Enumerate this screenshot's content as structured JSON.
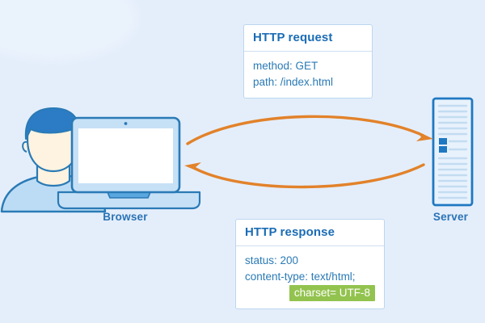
{
  "diagram": {
    "title": "HTTP request and response between browser and server",
    "background_color": "#e4eefb",
    "accent_blue": "#2a73b5",
    "arrow_orange": "#e2822a",
    "highlight_green": "#93c34f"
  },
  "nodes": {
    "browser": {
      "label": "Browser",
      "icon_name": "laptop-with-user-icon"
    },
    "server": {
      "label": "Server",
      "icon_name": "server-rack-icon"
    }
  },
  "arrows": [
    {
      "name": "request-arrow",
      "direction": "browser-to-server",
      "color": "#e2822a"
    },
    {
      "name": "response-arrow",
      "direction": "server-to-browser",
      "color": "#e2822a"
    }
  ],
  "request_box": {
    "header": "HTTP request",
    "lines": [
      {
        "text": "method: GET",
        "highlighted": false
      },
      {
        "text": "path: /index.html",
        "highlighted": false
      }
    ]
  },
  "response_box": {
    "header": "HTTP response",
    "lines": [
      {
        "text": "status: 200",
        "highlighted": false
      },
      {
        "text": "content-type: text/html;",
        "highlighted": false
      },
      {
        "text": "charset= UTF-8",
        "highlighted": true
      }
    ]
  }
}
